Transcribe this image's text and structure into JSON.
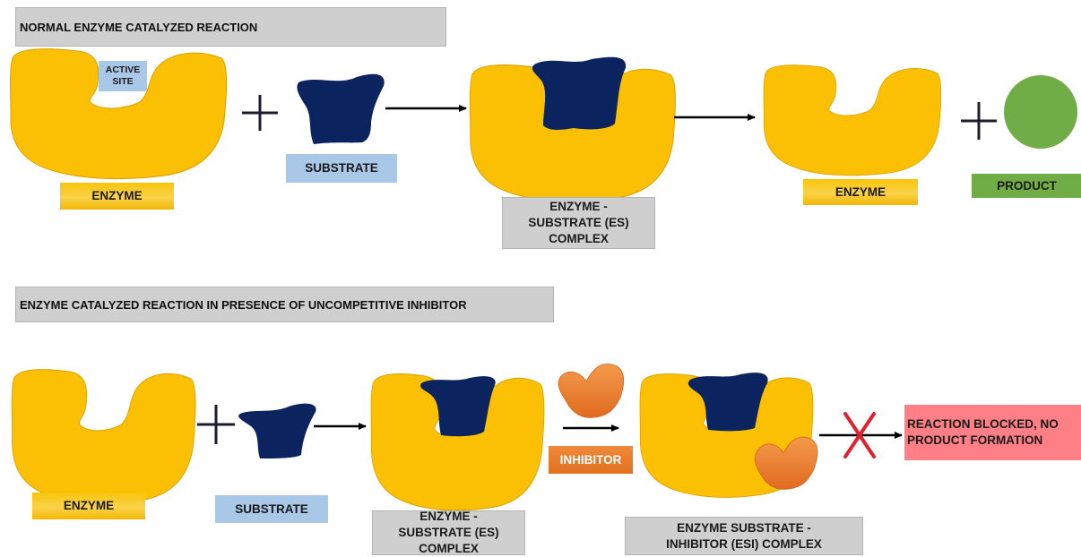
{
  "top": {
    "header": "NORMAL ENZYME CATALYZED REACTION",
    "active_site": "ACTIVE SITE",
    "substrate": "SUBSTRATE",
    "enzyme_left": "ENZYME",
    "es_complex": "ENZYME -SUBSTRATE (ES) COMPLEX",
    "enzyme_right": "ENZYME",
    "product": "PRODUCT"
  },
  "bottom": {
    "header": "ENZYME CATALYZED REACTION IN PRESENCE OF UNCOMPETITIVE INHIBITOR",
    "enzyme": "ENZYME",
    "substrate": "SUBSTRATE",
    "es_complex": "ENZYME -SUBSTRATE (ES) COMPLEX",
    "inhibitor": "INHIBITOR",
    "esi_complex": "ENZYME SUBSTRATE -INHIBITOR (ESI) COMPLEX",
    "blocked": "REACTION BLOCKED, NO PRODUCT FORMATION"
  },
  "colors": {
    "enzyme": "#fbbf04",
    "substrate": "#0b2460",
    "product": "#70ad47",
    "inhibitor": "#ed7d31",
    "blocked_x": "#e0202a",
    "header_bg": "#cfcfcf",
    "substrate_label_bg": "#a9c8e8",
    "blocked_bg": "#ff7f86"
  }
}
